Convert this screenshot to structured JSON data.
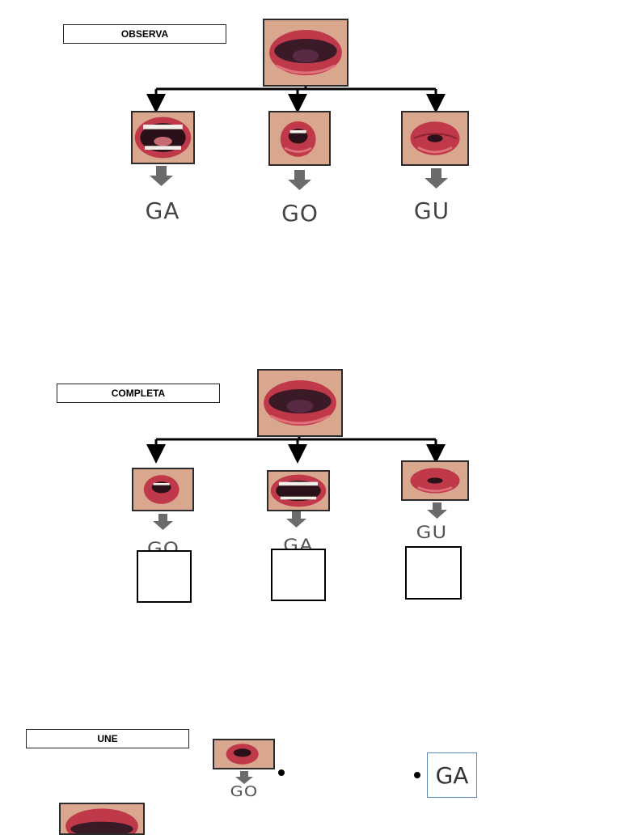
{
  "sections": {
    "observa": {
      "title": "OBSERVA",
      "syllables": [
        "GA",
        "GO",
        "GU"
      ]
    },
    "completa": {
      "title": "COMPLETA",
      "syllables": [
        "GO",
        "GA",
        "GU"
      ]
    },
    "une": {
      "title": "UNE",
      "left_syllable": "GO",
      "right_syllable": "GA"
    }
  },
  "colors": {
    "lip": "#c0394a",
    "lip_highlight": "#e0727d",
    "skin": "#d9a68e",
    "mouth_inside": "#3a1a26",
    "arrow_gray": "#6b6b6b",
    "ga_box_border": "#5b86b8"
  },
  "icons": [
    "open-mouth-icon",
    "wide-mouth-icon",
    "round-mouth-icon",
    "pucker-mouth-icon",
    "down-arrow-icon"
  ]
}
